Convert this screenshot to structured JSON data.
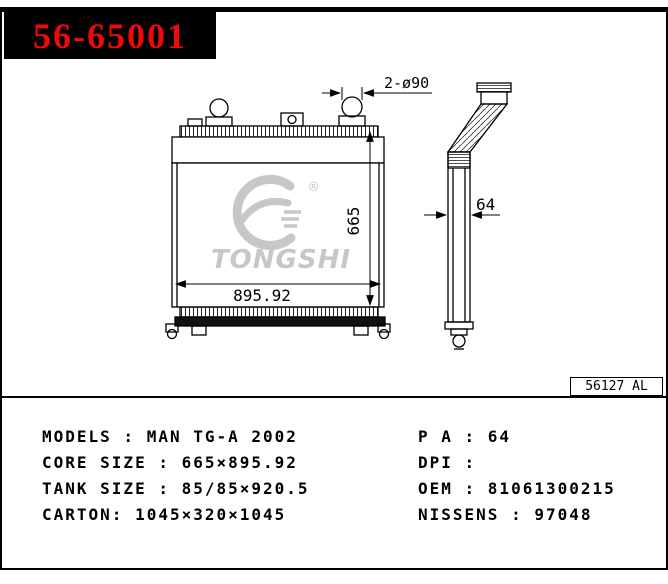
{
  "badge": {
    "part_number": "56-65001"
  },
  "drawing": {
    "dim_ports": "2-ø90",
    "dim_height": "665",
    "dim_width": "895.92",
    "dim_side_width": "64",
    "code_box": "56127 AL",
    "watermark_brand": "TONGSHI",
    "watermark_reg": "®"
  },
  "specs": {
    "left": [
      "MODELS : MAN TG-A 2002",
      "CORE SIZE : 665×895.92",
      "TANK SIZE : 85/85×920.5",
      "CARTON: 1045×320×1045"
    ],
    "right": [
      "P A : 64",
      "DPI :",
      "OEM : 81061300215",
      "NISSENS : 97048"
    ]
  },
  "colors": {
    "accent_red": "#ee0a0a",
    "line_black": "#000000",
    "watermark_gray": "#9a9a9a"
  }
}
